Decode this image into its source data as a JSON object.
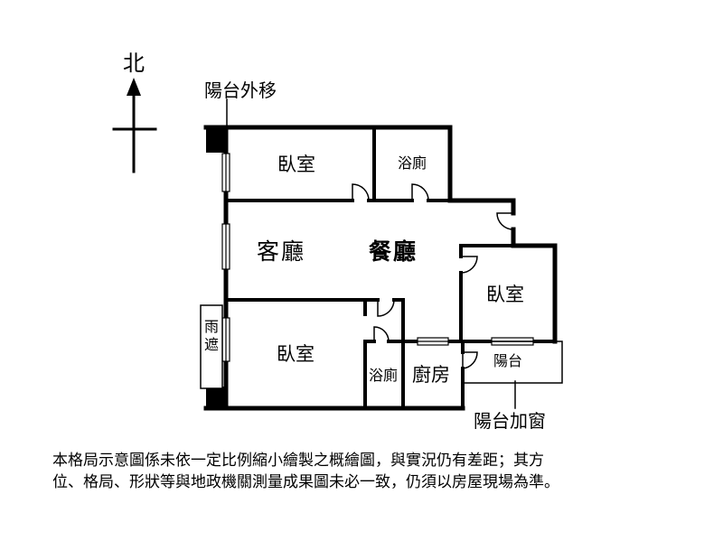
{
  "compass": {
    "north_label": "北"
  },
  "callouts": {
    "balcony_moved_out": "陽台外移",
    "balcony_window_added": "陽台加窗"
  },
  "rooms": {
    "bedroom_north": "臥室",
    "bath_north": "浴廁",
    "living_room": "客廳",
    "dining_room": "餐廳",
    "bedroom_east": "臥室",
    "bedroom_south": "臥室",
    "bath_south": "浴廁",
    "kitchen": "廚房",
    "balcony": "陽台",
    "awning": "雨遮"
  },
  "disclaimer": {
    "line1": "本格局示意圖係未依一定比例縮小繪製之概繪圖，與實況仍有差距；其方",
    "line2": "位、格局、形狀等與地政機關測量成果圖未必一致，仍須以房屋現場為準。"
  }
}
